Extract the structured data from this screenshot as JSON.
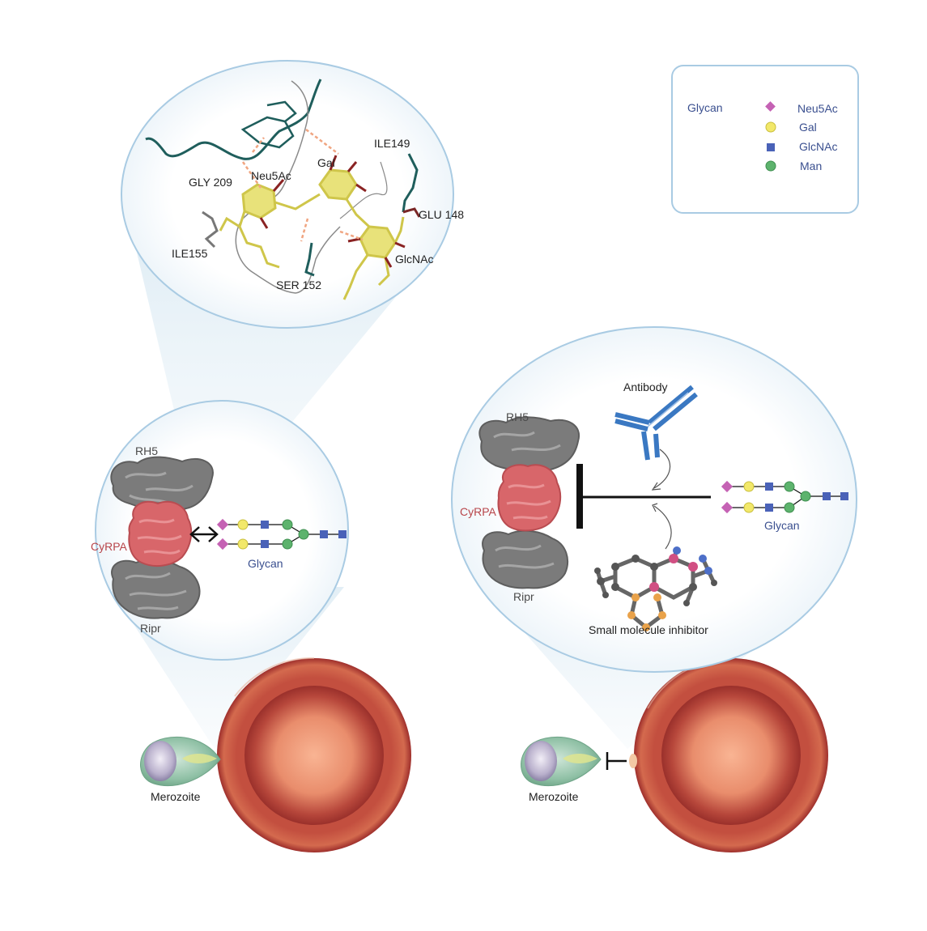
{
  "legend": {
    "title": "Glycan",
    "items": [
      {
        "label": "Neu5Ac",
        "symbol": "diamond",
        "color": "#c562b4"
      },
      {
        "label": "Gal",
        "symbol": "circle",
        "color": "#f2e86a"
      },
      {
        "label": "GlcNAc",
        "symbol": "square",
        "color": "#4a62b8"
      },
      {
        "label": "Man",
        "symbol": "circle",
        "color": "#5db36d"
      }
    ]
  },
  "top_zoom": {
    "residue_labels": [
      "GLY 209",
      "Neu5Ac",
      "Gal",
      "ILE149",
      "GLU 148",
      "ILE155",
      "SER 152",
      "GlcNAc"
    ]
  },
  "left_panel": {
    "rh5": "RH5",
    "cyrpa": "CyRPA",
    "ripr": "Ripr",
    "glycan": "Glycan",
    "merozoite": "Merozoite"
  },
  "right_panel": {
    "rh5": "RH5",
    "cyrpa": "CyRPA",
    "ripr": "Ripr",
    "antibody": "Antibody",
    "glycan": "Glycan",
    "inhibitor": "Small molecule inhibitor",
    "merozoite": "Merozoite"
  },
  "colors": {
    "rbc_outer": "#9e2f2c",
    "rbc_inner": "#f7a688",
    "protein_grey": "#7b7b7b",
    "cyrpa_red": "#d8666a",
    "bubble_stroke": "#a9cbe3"
  }
}
